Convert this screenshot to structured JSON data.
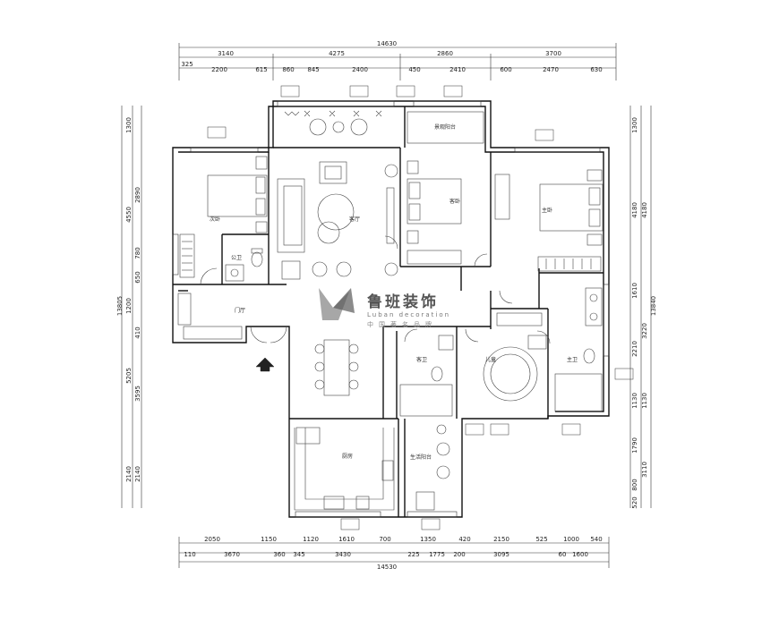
{
  "dimensions": {
    "top_total": "14630",
    "top_row1": [
      "3140",
      "4275",
      "2860",
      "3700"
    ],
    "top_row2": [
      "325",
      "2200",
      "615",
      "860",
      "845",
      "2400",
      "450",
      "2410",
      "600",
      "2470",
      "630"
    ],
    "bottom_total": "14530",
    "bottom_row1": [
      "2050",
      "1150",
      "1120",
      "1610",
      "700",
      "1350",
      "420",
      "2150",
      "525",
      "1000",
      "540"
    ],
    "bottom_row2": [
      "110",
      "3670",
      "360",
      "345",
      "3430",
      "225",
      "1775",
      "200",
      "3095",
      "60",
      "1600"
    ],
    "left_total": "13805",
    "left_row1": [
      "1300",
      "4550",
      "1200",
      "5205",
      "2140"
    ],
    "left_row2": [
      "2890",
      "780",
      "650",
      "410",
      "3595",
      "2140"
    ],
    "right_total": "13840",
    "right_row1": [
      "1300",
      "4180",
      "1610",
      "3220",
      "1130",
      "3110",
      "520"
    ],
    "right_row2": [
      "4180",
      "2210",
      "1130",
      "1790",
      "800"
    ]
  },
  "rooms": {
    "living": "客厅",
    "master_bedroom": "主卧",
    "second_bedroom": "次卧",
    "guest_bedroom": "客卧",
    "kids_room": "儿童",
    "entry": "门厅",
    "kitchen": "厨房",
    "bath_left": "公卫",
    "bath_mid": "客卫",
    "bath_right": "主卫",
    "laundry": "生活阳台",
    "balcony": "景观阳台"
  },
  "logo": {
    "name": "鲁班装饰",
    "english": "Luban decoration",
    "subtitle": "中国著名品牌"
  }
}
